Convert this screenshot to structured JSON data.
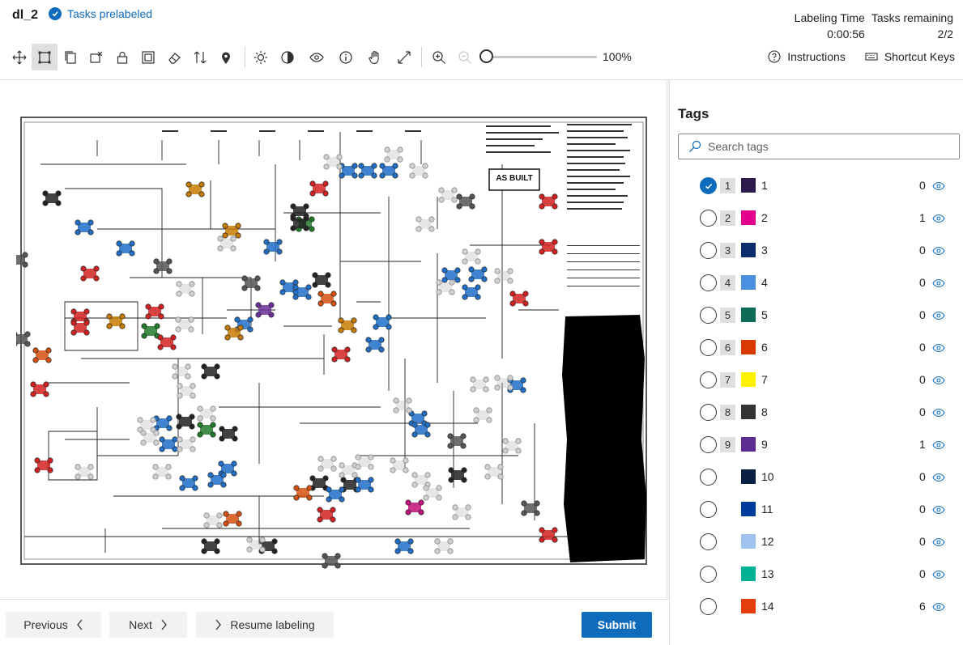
{
  "header": {
    "title": "dl_2",
    "prelabel_status": "Tasks prelabeled",
    "labeling_time_label": "Labeling Time",
    "labeling_time_value": "0:00:56",
    "tasks_remaining_label": "Tasks remaining",
    "tasks_remaining_value": "2/2"
  },
  "toolbar": {
    "zoom_level": 0.0,
    "zoom_text": "100%",
    "tools": [
      "pan-icon",
      "rectangle-icon",
      "copy-icon",
      "remove-region-icon",
      "lock-icon",
      "multi-select-icon",
      "eraser-icon",
      "flip-icon",
      "pin-icon",
      "brightness-icon",
      "contrast-icon",
      "visibility-icon",
      "info-icon",
      "hand-icon",
      "fit-icon",
      "zoom-in-icon",
      "zoom-out-icon"
    ]
  },
  "links": {
    "instructions": "Instructions",
    "shortcut_keys": "Shortcut Keys"
  },
  "drawing": {
    "as_built_stamp": "AS BUILT"
  },
  "footer": {
    "previous": "Previous",
    "next": "Next",
    "resume": "Resume labeling",
    "submit": "Submit"
  },
  "panel": {
    "title": "Tags",
    "search_placeholder": "Search tags",
    "tags": [
      {
        "key": "1",
        "name": "1",
        "count": "0",
        "color": "#2d1b4e",
        "checked": true
      },
      {
        "key": "2",
        "name": "2",
        "count": "1",
        "color": "#e3008c",
        "checked": false
      },
      {
        "key": "3",
        "name": "3",
        "count": "0",
        "color": "#0b2d6b",
        "checked": false
      },
      {
        "key": "4",
        "name": "4",
        "count": "0",
        "color": "#4a8fe0",
        "checked": false
      },
      {
        "key": "5",
        "name": "5",
        "count": "0",
        "color": "#0e6b57",
        "checked": false
      },
      {
        "key": "6",
        "name": "6",
        "count": "0",
        "color": "#d83b01",
        "checked": false
      },
      {
        "key": "7",
        "name": "7",
        "count": "0",
        "color": "#fff100",
        "checked": false
      },
      {
        "key": "8",
        "name": "8",
        "count": "0",
        "color": "#333333",
        "checked": false
      },
      {
        "key": "9",
        "name": "9",
        "count": "1",
        "color": "#5c2e91",
        "checked": false
      },
      {
        "key": "",
        "name": "10",
        "count": "0",
        "color": "#0a1f44",
        "checked": false
      },
      {
        "key": "",
        "name": "11",
        "count": "0",
        "color": "#003c9b",
        "checked": false
      },
      {
        "key": "",
        "name": "12",
        "count": "0",
        "color": "#9fc2ef",
        "checked": false
      },
      {
        "key": "",
        "name": "13",
        "count": "0",
        "color": "#00b294",
        "checked": false
      },
      {
        "key": "",
        "name": "14",
        "count": "6",
        "color": "#e43e0c",
        "checked": false
      }
    ]
  }
}
